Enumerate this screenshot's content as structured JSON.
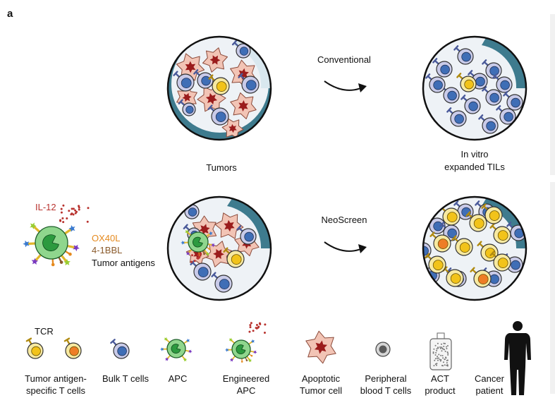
{
  "panel_label": "a",
  "row1": {
    "left_caption": "Tumors",
    "method": "Conventional",
    "right_caption_line1": "In vitro",
    "right_caption_line2": "expanded TILs"
  },
  "row2": {
    "il12_label": "IL-12",
    "ox40l_label": "OX40L",
    "bbl_label": "4-1BBL",
    "antigens_label": "Tumor antigens",
    "method": "NeoScreen"
  },
  "legend": {
    "tcr_label": "TCR",
    "items": [
      {
        "line1": "Tumor antigen-",
        "line2": "specific T cells"
      },
      {
        "line1": "Bulk T cells",
        "line2": ""
      },
      {
        "line1": "APC",
        "line2": ""
      },
      {
        "line1": "Engineered",
        "line2": "APC"
      },
      {
        "line1": "Apoptotic",
        "line2": "Tumor cell"
      },
      {
        "line1": "Peripheral",
        "line2": "blood T cells"
      },
      {
        "line1": "ACT",
        "line2": "product"
      },
      {
        "line1": "Cancer",
        "line2": "patient"
      }
    ]
  },
  "colors": {
    "bulk_t_outer": "#c9cbe9",
    "bulk_t_nucleus": "#3f6eb6",
    "specific_t_outer": "#f7e9a0",
    "specific_t_nucleus": "#f2c31a",
    "specific_t_orange": "#ee7d26",
    "apc_outer": "#8fd68d",
    "apc_nucleus": "#2c9a3f",
    "tumor_cell": "#f2c4b5",
    "tumor_star": "#9b1c1c",
    "dish_rim": "#3e7b8e",
    "dish_inner": "#eef2f6",
    "ox40l_color": "#e58a1f",
    "bbl_color": "#8a5a2b",
    "il12_color": "#b8322e"
  }
}
